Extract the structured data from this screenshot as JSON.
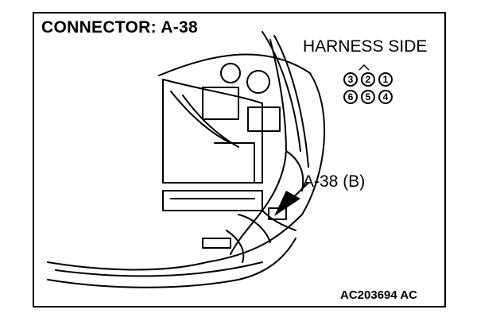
{
  "diagram": {
    "title": "CONNECTOR: A-38",
    "side_label": "HARNESS SIDE",
    "callout_label": "A-38 (B)",
    "figure_code": "AC203694 AC",
    "connector_pins": {
      "top_row": [
        "3",
        "2",
        "1"
      ],
      "bottom_row": [
        "6",
        "5",
        "4"
      ]
    }
  }
}
